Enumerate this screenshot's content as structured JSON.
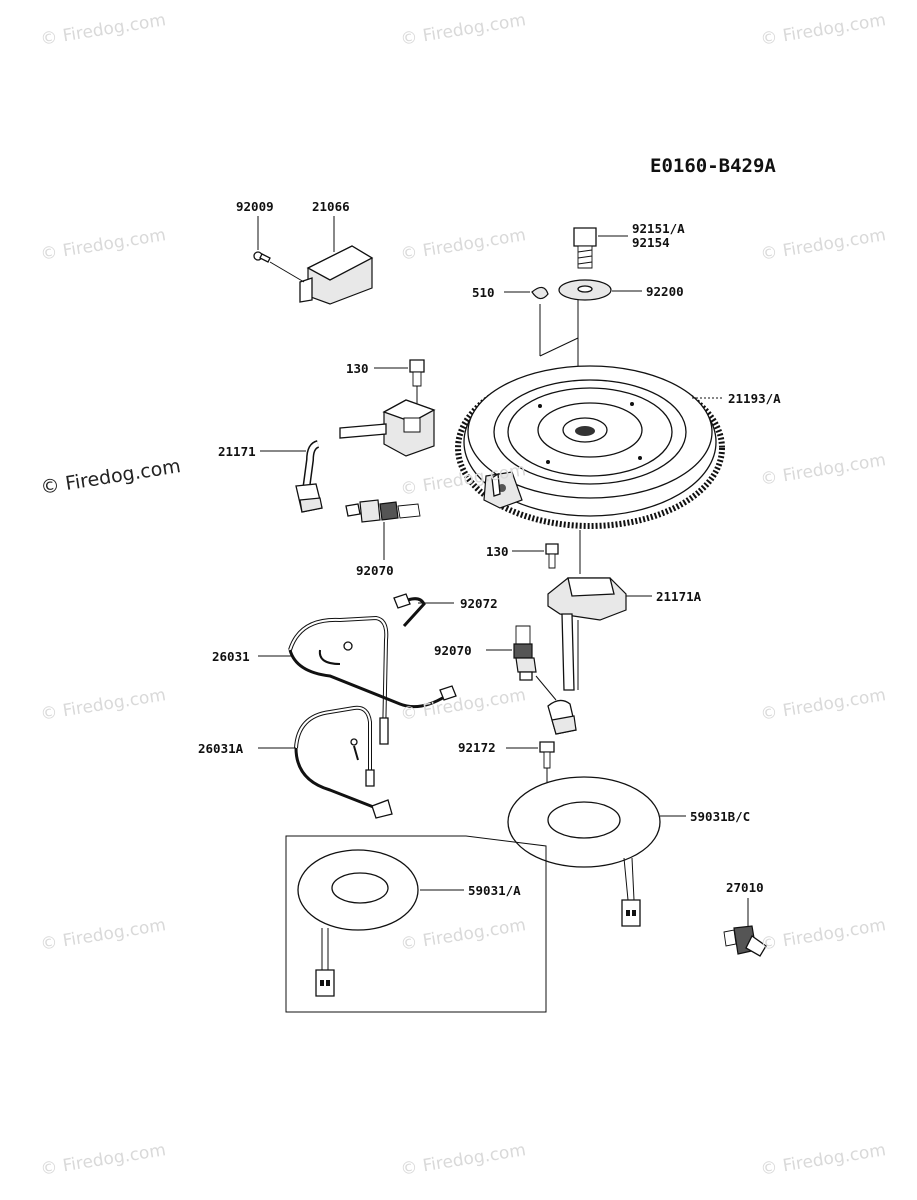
{
  "diagram": {
    "code": "E0160-B429A",
    "parts": {
      "p92009": "92009",
      "p21066": "21066",
      "p92151a": "92151/A",
      "p92154": "92154",
      "p510": "510",
      "p92200": "92200",
      "p130_top": "130",
      "p21193a": "21193/A",
      "p21171": "21171",
      "p92070_top": "92070",
      "p130_mid": "130",
      "p21171a": "21171A",
      "p92072": "92072",
      "p26031": "26031",
      "p92070_mid": "92070",
      "p26031a": "26031A",
      "p92172": "92172",
      "p59031bc": "59031B/C",
      "p59031a": "59031/A",
      "p27010": "27010"
    }
  },
  "watermark": {
    "text": "© Firedog.com"
  }
}
